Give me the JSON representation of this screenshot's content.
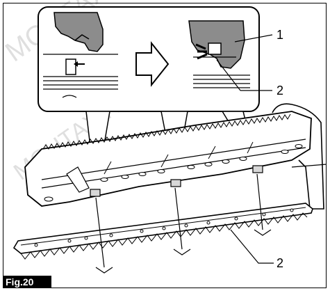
{
  "figure": {
    "label": "Fig.20",
    "callouts": [
      "1",
      "2",
      "2"
    ]
  },
  "colors": {
    "line": "#000000",
    "gray": "#8c8c8c",
    "light_gray": "#d8d8d8",
    "background": "#ffffff"
  }
}
